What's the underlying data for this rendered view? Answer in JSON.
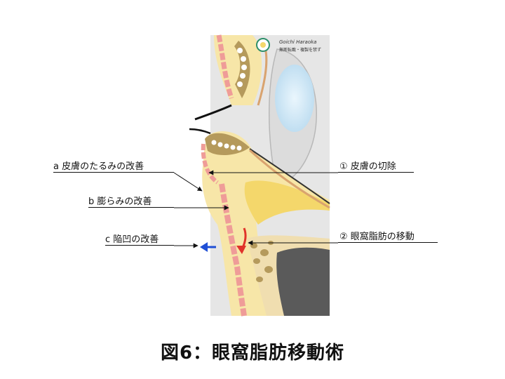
{
  "watermark": {
    "author": "Goichi Haraoka",
    "notice": "無断転載・複製を禁ず"
  },
  "labels": {
    "a": "a 皮膚のたるみの改善",
    "b": "b 膨らみの改善",
    "c": "c 陥凹の改善",
    "n1": "① 皮膚の切除",
    "n2": "② 眼窩脂肪の移動"
  },
  "caption": "図6：眼窩脂肪移動術",
  "colors": {
    "background_panel": "#e8e8e8",
    "soft_tissue": "#f7e6a8",
    "fat_yellow": "#f4d76b",
    "muscle_pink": "#ef9c98",
    "bone_brown": "#b59a5c",
    "globe_blue": "#cfe8f7",
    "maxillary_sinus": "#5a5a5a",
    "arrow_red": "#e0332a",
    "arrow_blue": "#1f4fd6"
  }
}
